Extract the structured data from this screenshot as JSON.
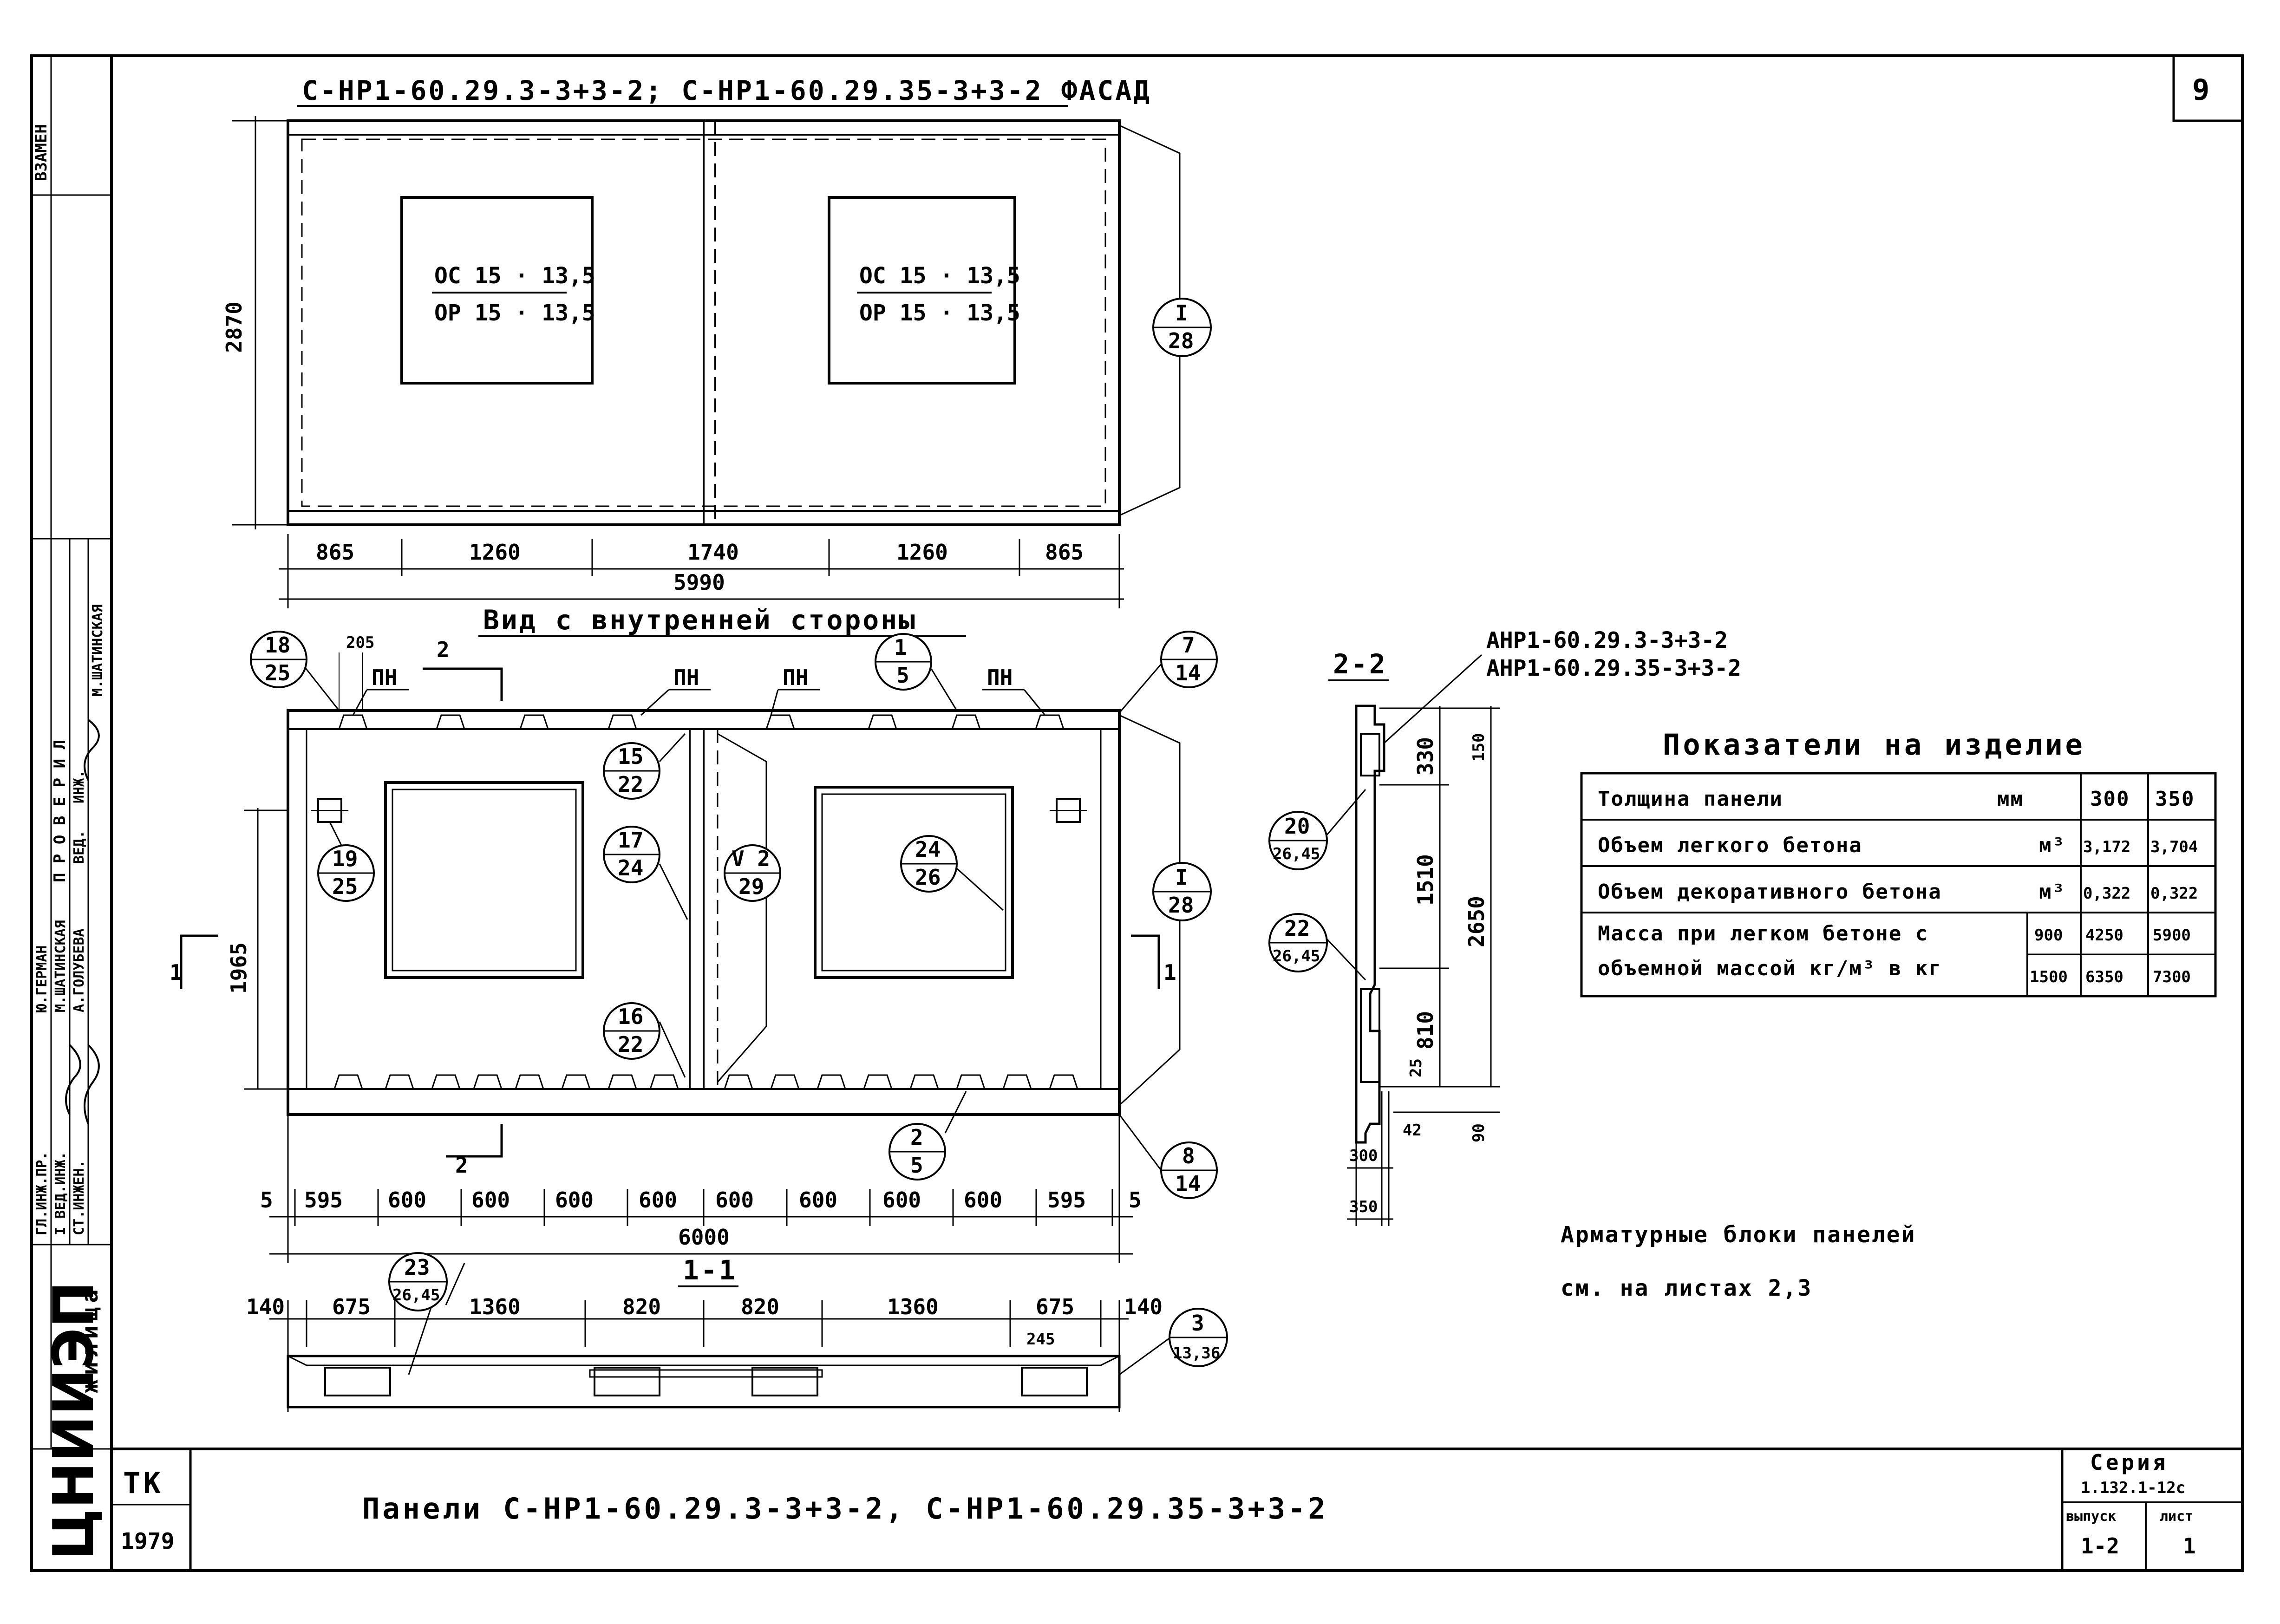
{
  "sheet_number": "9",
  "facade": {
    "title": "С-НР1-60.29.3-3+3-2; С-НР1-60.29.35-3+3-2  ФАСАД",
    "window_left": [
      "ОС 15 · 13,5",
      "ОР 15 · 13,5"
    ],
    "window_right": [
      "ОС 15 · 13,5",
      "ОР 15 · 13,5"
    ],
    "height_dim": "2870",
    "callout": {
      "top": "I",
      "bottom": "28"
    },
    "dims": [
      "865",
      "1260",
      "1740",
      "1260",
      "865"
    ],
    "total": "5990"
  },
  "interior": {
    "title": "Вид с внутренней стороны",
    "pn_label": "ПН",
    "dim_205": "205",
    "section_2": "2",
    "section_1": "1",
    "height_dim": "1965",
    "callouts": [
      {
        "id": "c18",
        "top": "18",
        "bottom": "25"
      },
      {
        "id": "c1",
        "top": "1",
        "bottom": "5"
      },
      {
        "id": "c7",
        "top": "7",
        "bottom": "14"
      },
      {
        "id": "c15",
        "top": "15",
        "bottom": "22"
      },
      {
        "id": "c19",
        "top": "19",
        "bottom": "25"
      },
      {
        "id": "c17",
        "top": "17",
        "bottom": "24"
      },
      {
        "id": "cV2",
        "top": "V 2",
        "bottom": "29"
      },
      {
        "id": "c24",
        "top": "24",
        "bottom": "26"
      },
      {
        "id": "cI",
        "top": "I",
        "bottom": "28"
      },
      {
        "id": "c16",
        "top": "16",
        "bottom": "22"
      },
      {
        "id": "c2",
        "top": "2",
        "bottom": "5"
      },
      {
        "id": "c8",
        "top": "8",
        "bottom": "14"
      }
    ],
    "dims": [
      "5",
      "595",
      "600",
      "600",
      "600",
      "600",
      "600",
      "600",
      "600",
      "600",
      "595",
      "5"
    ],
    "total": "6000"
  },
  "section_11": {
    "title": "1-1",
    "dims": [
      "140",
      "675",
      "1360",
      "820",
      "820",
      "1360",
      "675",
      "140"
    ],
    "dim_245": "245",
    "callout23": {
      "top": "23",
      "bottom": "26,45"
    },
    "callout3": {
      "top": "3",
      "bottom": "13,36"
    }
  },
  "section_22": {
    "title": "2-2",
    "labels": [
      "АНР1-60.29.3-3+3-2",
      "АНР1-60.29.35-3+3-2"
    ],
    "dims": [
      "330",
      "1510",
      "810",
      "25",
      "150",
      "2650",
      "90",
      "42",
      "300",
      "350"
    ],
    "callout20": {
      "top": "20",
      "bottom": "26,45"
    },
    "callout22": {
      "top": "22",
      "bottom": "26,45"
    }
  },
  "table": {
    "title": "Показатели на изделие",
    "rows": [
      {
        "label": "Толщина панели",
        "unit": "мм",
        "v1": "300",
        "v2": "350"
      },
      {
        "label": "Объем легкого бетона",
        "unit": "м³",
        "v1": "3,172",
        "v2": "3,704"
      },
      {
        "label": "Объем декоративного бетона",
        "unit": "м³",
        "v1": "0,322",
        "v2": "0,322"
      }
    ],
    "mass_label": [
      "Масса при легком бетоне с",
      "объемной массой  кг/м³ в кг"
    ],
    "mass_rows": [
      {
        "density": "900",
        "v1": "4250",
        "v2": "5900"
      },
      {
        "density": "1500",
        "v1": "6350",
        "v2": "7300"
      }
    ]
  },
  "note": [
    "Арматурные блоки панелей",
    "см. на листах 2,3"
  ],
  "title_block": {
    "tk": "ТК",
    "year": "1979",
    "title": "Панели  С-НР1-60.29.3-3+3-2,  С-НР1-60.29.35-3+3-2",
    "series_label": "Серия",
    "series": "1.132.1-12с",
    "issue_label": "выпуск",
    "issue": "1-2",
    "sheet_label": "лист",
    "sheet": "1",
    "org": "ЦНИИЭП",
    "org_suffix": "жилища"
  },
  "side_stamp": {
    "vzamen": "ВЗАМЕН",
    "proveril": "П Р О В Е Р И Л",
    "roles": [
      "ГЛ.ИНЖ.ПР.",
      "I ВЕД.ИНЖ.",
      "СТ.ИНЖЕН."
    ],
    "names": [
      "Ю.ГЕРМАН",
      "М.ШАТИНСКАЯ",
      "А.ГОЛУБЕВА"
    ],
    "role2": [
      "ВЕД.",
      "ИНЖ.",
      "М.ШАТИНСКАЯ"
    ]
  }
}
